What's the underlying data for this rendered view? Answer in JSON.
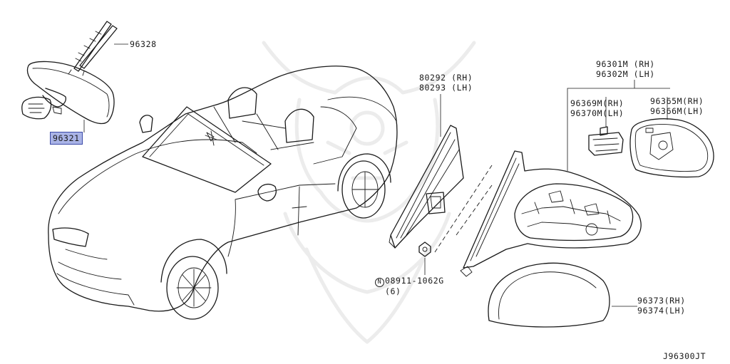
{
  "diagram": {
    "code": "J96300JT",
    "parts": {
      "p96328": "96328",
      "p96321": "96321",
      "p80292": "80292 (RH)",
      "p80293": "80293 (LH)",
      "p96301m": "96301M (RH)",
      "p96302m": "96302M (LH)",
      "p96369m": "96369M(RH)",
      "p96370m": "96370M(LH)",
      "p96365m": "96365M(RH)",
      "p96366m": "96366M(LH)",
      "p08911_sym": "N",
      "p08911": "08911-1062G",
      "p08911_qty": "(6)",
      "p96373": "96373(RH)",
      "p96374": "96374(LH)"
    },
    "highlight_color": "#a9b3e6",
    "watermark_icon": "samurai-helmet-watermark-icon"
  }
}
